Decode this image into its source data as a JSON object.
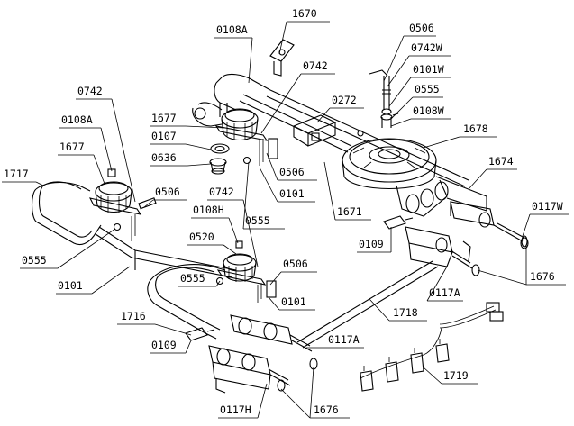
{
  "diagram": {
    "labels": {
      "l1670": "1670",
      "l0506_top": "0506",
      "l0108A_top": "0108A",
      "l0742W": "0742W",
      "l0742_top": "0742",
      "l0101W": "0101W",
      "l0555_top": "0555",
      "l0272": "0272",
      "l0108W": "0108W",
      "l1677_mid": "1677",
      "l0107": "0107",
      "l0636": "0636",
      "l1678": "1678",
      "l0742_left": "0742",
      "l0108A_left": "0108A",
      "l1677_left": "1677",
      "l1717": "1717",
      "l0506_left": "0506",
      "l0506_mid": "0506",
      "l0101_mid": "0101",
      "l1674": "1674",
      "l0555_mid": "0555",
      "l1671": "1671",
      "l0742_low": "0742",
      "l0117W": "0117W",
      "l0108H": "0108H",
      "l0109_right": "0109",
      "l0520": "0520",
      "l0555_left": "0555",
      "l0101_left": "0101",
      "l0555_low": "0555",
      "l0506_low": "0506",
      "l1676_right": "1676",
      "l0117A_right": "0117A",
      "l0101_low": "0101",
      "l1718": "1718",
      "l1716": "1716",
      "l0117A_low": "0117A",
      "l0109_low": "0109",
      "l1719": "1719",
      "l0117H": "0117H",
      "l1676_low": "1676"
    }
  }
}
